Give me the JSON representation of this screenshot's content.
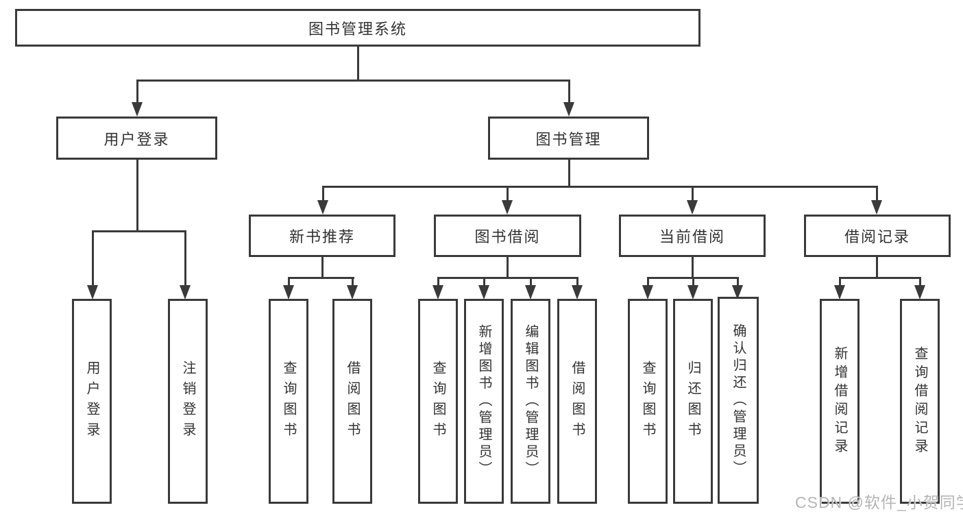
{
  "diagram": {
    "type": "tree",
    "root": {
      "label": "图书管理系统"
    },
    "branches": [
      {
        "label": "用户登录",
        "children": [
          {
            "label": "用户登录"
          },
          {
            "label": "注销登录"
          }
        ]
      },
      {
        "label": "图书管理",
        "children": [
          {
            "label": "新书推荐",
            "children": [
              {
                "label": "查询图书"
              },
              {
                "label": "借阅图书"
              }
            ]
          },
          {
            "label": "图书借阅",
            "children": [
              {
                "label": "查询图书"
              },
              {
                "label": "新增图书（管理员）"
              },
              {
                "label": "编辑图书（管理员）"
              },
              {
                "label": "借阅图书"
              }
            ]
          },
          {
            "label": "当前借阅",
            "children": [
              {
                "label": "查询图书"
              },
              {
                "label": "归还图书"
              },
              {
                "label": "确认归还（管理员）"
              }
            ]
          },
          {
            "label": "借阅记录",
            "children": [
              {
                "label": "新增借阅记录"
              },
              {
                "label": "查询借阅记录"
              }
            ]
          }
        ]
      }
    ]
  },
  "watermark": {
    "text": "CSDN @软件_小贺同学"
  },
  "colors": {
    "line": "#3a3a3a",
    "text": "#333333",
    "watermark": "#b5b5b5",
    "bg": "#ffffff"
  }
}
